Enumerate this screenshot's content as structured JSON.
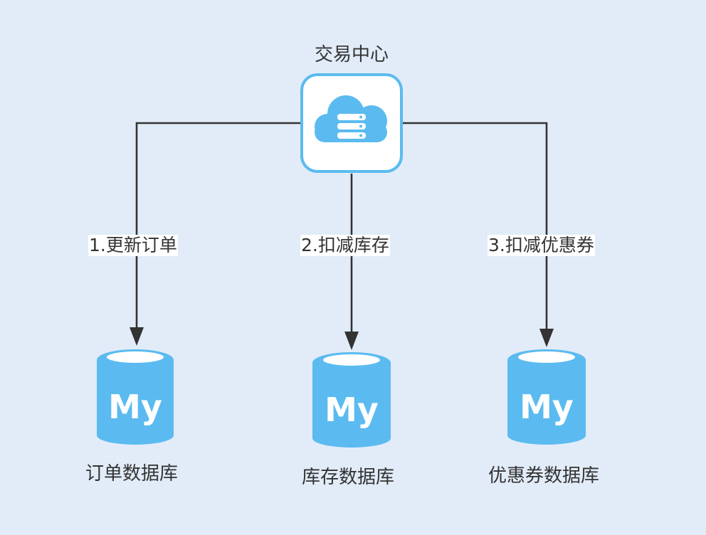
{
  "title": "交易中心",
  "center_icon": "cloud-server-icon",
  "edges": [
    {
      "label": "1.更新订单"
    },
    {
      "label": "2.扣减库存"
    },
    {
      "label": "3.扣减优惠券"
    }
  ],
  "databases": [
    {
      "icon": "mysql-database-icon",
      "logo_text": "My",
      "label": "订单数据库"
    },
    {
      "icon": "mysql-database-icon",
      "logo_text": "My",
      "label": "库存数据库"
    },
    {
      "icon": "mysql-database-icon",
      "logo_text": "My",
      "label": "优惠券数据库"
    }
  ],
  "colors": {
    "background": "#e2ecf8",
    "accent": "#5bbbf0",
    "line": "#333333",
    "text": "#333333"
  }
}
